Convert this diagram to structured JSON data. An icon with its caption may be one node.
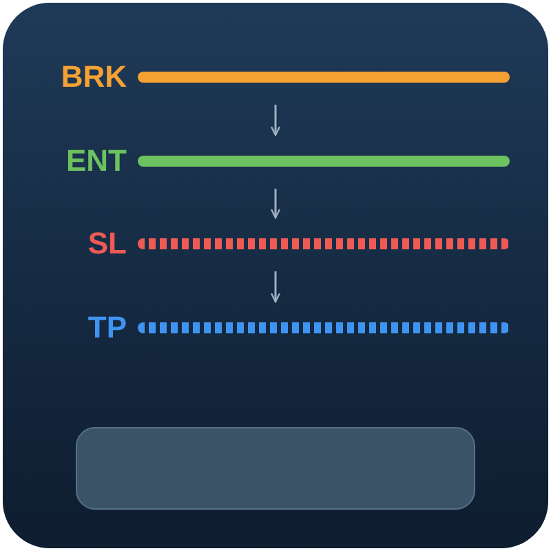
{
  "diagram": {
    "nodes": [
      {
        "text": [
          "BRK"
        ]
      },
      {
        "text": [
          "ENT"
        ]
      },
      {
        "text": [
          "SL"
        ]
      },
      {
        "text": [
          "TP"
        ]
      },
      {
        "text": [],
        "shape": "box"
      }
    ],
    "edges": [
      {
        "from": 0,
        "to": 1,
        "arrow": "to"
      },
      {
        "from": 1,
        "to": 2,
        "arrow": "to"
      },
      {
        "from": 2,
        "to": 3,
        "arrow": "to"
      }
    ]
  }
}
